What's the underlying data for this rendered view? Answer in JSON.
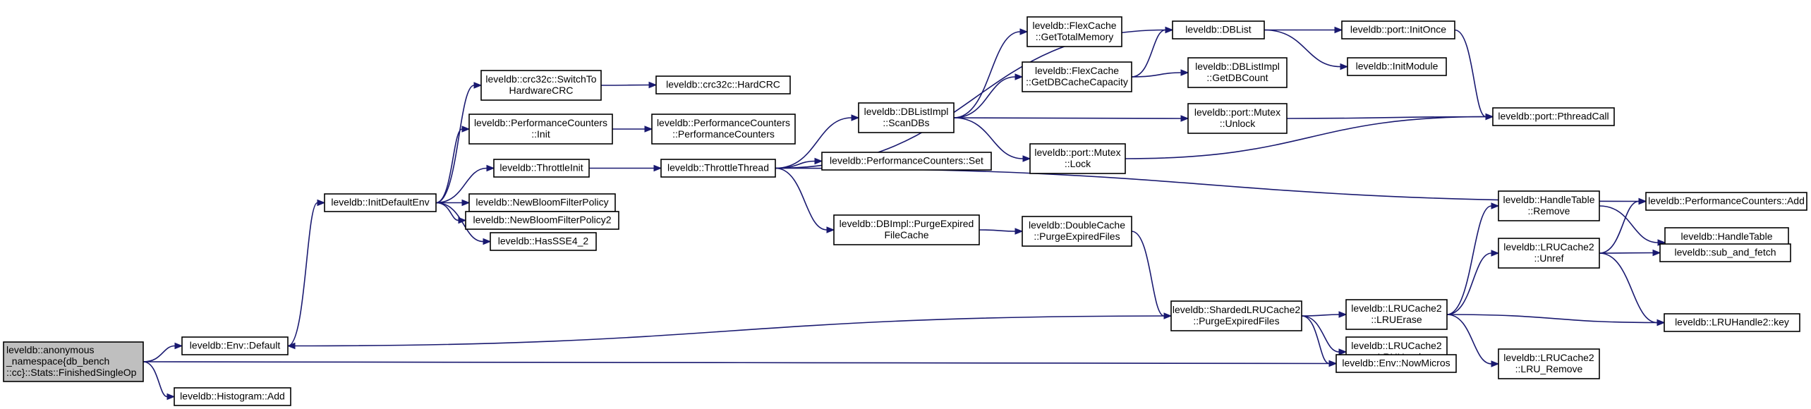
{
  "graph": {
    "edge_color": "#191970",
    "root_fill": "#bfbfbf",
    "nodes": [
      {
        "id": "root",
        "lines": [
          "leveldb::anonymous",
          "_namespace{db_bench",
          "::cc}::Stats::FinishedSingleOp"
        ],
        "root": true
      },
      {
        "id": "env_default",
        "lines": [
          "leveldb::Env::Default"
        ]
      },
      {
        "id": "histogram_add",
        "lines": [
          "leveldb::Histogram::Add"
        ]
      },
      {
        "id": "init_default_env",
        "lines": [
          "leveldb::InitDefaultEnv"
        ]
      },
      {
        "id": "switch_to_hw",
        "lines": [
          "leveldb::crc32c::SwitchTo",
          "HardwareCRC"
        ]
      },
      {
        "id": "hard_crc",
        "lines": [
          "leveldb::crc32c::HardCRC"
        ]
      },
      {
        "id": "perf_init",
        "lines": [
          "leveldb::PerformanceCounters",
          "::Init"
        ]
      },
      {
        "id": "perf_ctor",
        "lines": [
          "leveldb::PerformanceCounters",
          "::PerformanceCounters"
        ]
      },
      {
        "id": "throttle_init",
        "lines": [
          "leveldb::ThrottleInit"
        ]
      },
      {
        "id": "throttle_thread",
        "lines": [
          "leveldb::ThrottleThread"
        ]
      },
      {
        "id": "new_bloom",
        "lines": [
          "leveldb::NewBloomFilterPolicy"
        ]
      },
      {
        "id": "new_bloom2",
        "lines": [
          "leveldb::NewBloomFilterPolicy2"
        ]
      },
      {
        "id": "has_sse",
        "lines": [
          "leveldb::HasSSE4_2"
        ]
      },
      {
        "id": "scan_dbs",
        "lines": [
          "leveldb::DBListImpl",
          "::ScanDBs"
        ]
      },
      {
        "id": "perf_set",
        "lines": [
          "leveldb::PerformanceCounters::Set"
        ]
      },
      {
        "id": "purge_expired_file",
        "lines": [
          "leveldb::DBImpl::PurgeExpired",
          "FileCache"
        ]
      },
      {
        "id": "get_total_memory",
        "lines": [
          "leveldb::FlexCache",
          "::GetTotalMemory"
        ]
      },
      {
        "id": "get_db_cache_cap",
        "lines": [
          "leveldb::FlexCache",
          "::GetDBCacheCapacity"
        ]
      },
      {
        "id": "mutex_lock",
        "lines": [
          "leveldb::port::Mutex",
          "::Lock"
        ]
      },
      {
        "id": "dc_purge",
        "lines": [
          "leveldb::DoubleCache",
          "::PurgeExpiredFiles"
        ]
      },
      {
        "id": "db_list",
        "lines": [
          "leveldb::DBList"
        ]
      },
      {
        "id": "get_db_count",
        "lines": [
          "leveldb::DBListImpl",
          "::GetDBCount"
        ]
      },
      {
        "id": "mutex_unlock",
        "lines": [
          "leveldb::port::Mutex",
          "::Unlock"
        ]
      },
      {
        "id": "sharded_purge",
        "lines": [
          "leveldb::ShardedLRUCache2",
          "::PurgeExpiredFiles"
        ]
      },
      {
        "id": "init_once",
        "lines": [
          "leveldb::port::InitOnce"
        ]
      },
      {
        "id": "init_module",
        "lines": [
          "leveldb::InitModule"
        ]
      },
      {
        "id": "lru_erase",
        "lines": [
          "leveldb::LRUCache2",
          "::LRUErase"
        ]
      },
      {
        "id": "lru_head",
        "lines": [
          "leveldb::LRUCache2",
          "::LRUHead"
        ]
      },
      {
        "id": "now_micros",
        "lines": [
          "leveldb::Env::NowMicros"
        ]
      },
      {
        "id": "handle_remove",
        "lines": [
          "leveldb::HandleTable",
          "::Remove"
        ]
      },
      {
        "id": "lru_unref",
        "lines": [
          "leveldb::LRUCache2",
          "::Unref"
        ]
      },
      {
        "id": "lru_remove",
        "lines": [
          "leveldb::LRUCache2",
          "::LRU_Remove"
        ]
      },
      {
        "id": "pthread_call",
        "lines": [
          "leveldb::port::PthreadCall"
        ]
      },
      {
        "id": "perf_add",
        "lines": [
          "leveldb::PerformanceCounters::Add"
        ]
      },
      {
        "id": "find_pointer",
        "lines": [
          "leveldb::HandleTable",
          "::FindPointer"
        ]
      },
      {
        "id": "sub_and_fetch",
        "lines": [
          "leveldb::sub_and_fetch"
        ]
      },
      {
        "id": "lru_key",
        "lines": [
          "leveldb::LRUHandle2::key"
        ]
      }
    ],
    "edges": [
      {
        "from": "root",
        "to": "env_default"
      },
      {
        "from": "root",
        "to": "histogram_add"
      },
      {
        "from": "root",
        "to": "now_micros"
      },
      {
        "from": "env_default",
        "to": "init_default_env"
      },
      {
        "from": "init_default_env",
        "to": "switch_to_hw"
      },
      {
        "from": "init_default_env",
        "to": "perf_init"
      },
      {
        "from": "init_default_env",
        "to": "throttle_init"
      },
      {
        "from": "init_default_env",
        "to": "new_bloom"
      },
      {
        "from": "init_default_env",
        "to": "new_bloom2"
      },
      {
        "from": "init_default_env",
        "to": "has_sse"
      },
      {
        "from": "switch_to_hw",
        "to": "hard_crc"
      },
      {
        "from": "perf_init",
        "to": "perf_ctor"
      },
      {
        "from": "throttle_init",
        "to": "throttle_thread"
      },
      {
        "from": "throttle_thread",
        "to": "db_list"
      },
      {
        "from": "throttle_thread",
        "to": "scan_dbs"
      },
      {
        "from": "throttle_thread",
        "to": "perf_set"
      },
      {
        "from": "throttle_thread",
        "to": "perf_add"
      },
      {
        "from": "throttle_thread",
        "to": "purge_expired_file"
      },
      {
        "from": "scan_dbs",
        "to": "get_total_memory"
      },
      {
        "from": "scan_dbs",
        "to": "get_db_cache_cap"
      },
      {
        "from": "scan_dbs",
        "to": "mutex_unlock"
      },
      {
        "from": "scan_dbs",
        "to": "mutex_lock"
      },
      {
        "from": "get_db_cache_cap",
        "to": "db_list"
      },
      {
        "from": "get_db_cache_cap",
        "to": "get_db_count"
      },
      {
        "from": "db_list",
        "to": "init_once"
      },
      {
        "from": "db_list",
        "to": "init_module"
      },
      {
        "from": "init_once",
        "to": "pthread_call"
      },
      {
        "from": "mutex_unlock",
        "to": "pthread_call"
      },
      {
        "from": "mutex_lock",
        "to": "pthread_call"
      },
      {
        "from": "purge_expired_file",
        "to": "dc_purge"
      },
      {
        "from": "dc_purge",
        "to": "sharded_purge"
      },
      {
        "from": "sharded_purge",
        "to": "env_default"
      },
      {
        "from": "sharded_purge",
        "to": "lru_erase"
      },
      {
        "from": "sharded_purge",
        "to": "lru_head"
      },
      {
        "from": "sharded_purge",
        "to": "now_micros"
      },
      {
        "from": "lru_erase",
        "to": "handle_remove"
      },
      {
        "from": "lru_erase",
        "to": "lru_unref"
      },
      {
        "from": "lru_erase",
        "to": "lru_remove"
      },
      {
        "from": "lru_erase",
        "to": "lru_key"
      },
      {
        "from": "handle_remove",
        "to": "find_pointer"
      },
      {
        "from": "lru_unref",
        "to": "perf_add"
      },
      {
        "from": "lru_unref",
        "to": "sub_and_fetch"
      },
      {
        "from": "lru_unref",
        "to": "lru_key"
      }
    ]
  }
}
